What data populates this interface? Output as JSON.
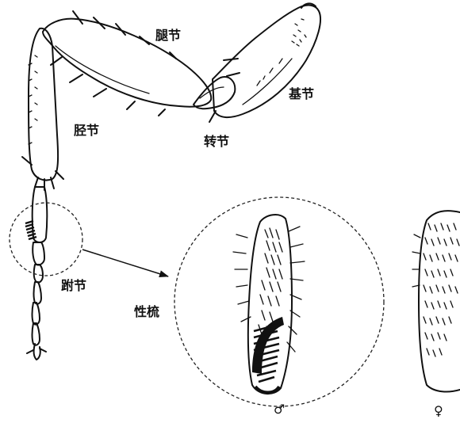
{
  "labels": {
    "femur": "腿节",
    "coxa": "基节",
    "tibia": "胫节",
    "trochanter": "转节",
    "tarsus": "跗节",
    "sex_comb": "性梳"
  },
  "symbols": {
    "male": "♂",
    "female": "♀"
  }
}
